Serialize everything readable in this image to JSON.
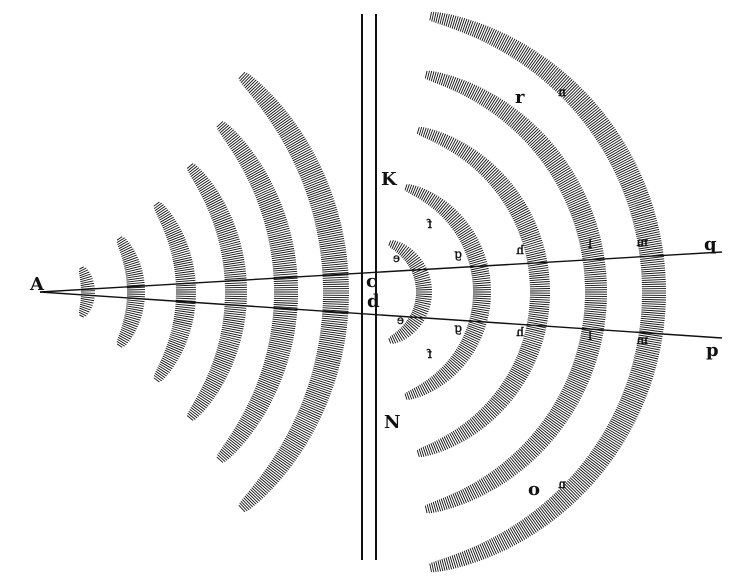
{
  "figure": {
    "ink_color": "#111111",
    "paper_color": "#ffffff",
    "description_free_labels": true
  },
  "labels": {
    "A": "A",
    "K": "K",
    "c": "c",
    "d": "d",
    "N": "N",
    "r": "r",
    "o": "o",
    "q": "q",
    "p": "p"
  },
  "wave_marks": {
    "upper": [
      "e",
      "f",
      "g",
      "h",
      "l",
      "m",
      "n"
    ],
    "lower": [
      "e",
      "f",
      "g",
      "h",
      "l",
      "m",
      "n"
    ]
  }
}
